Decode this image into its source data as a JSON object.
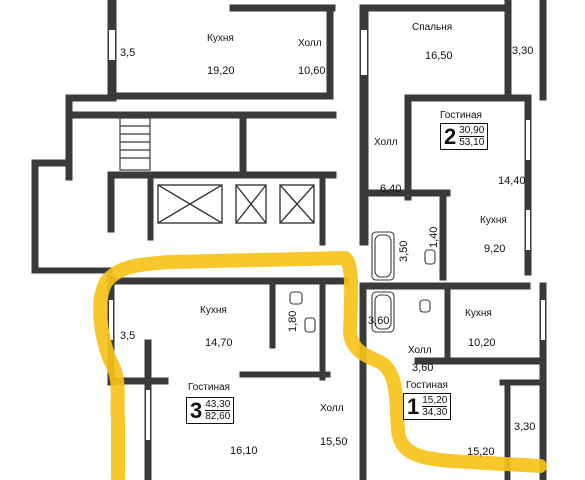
{
  "colors": {
    "wall": "#3a3a3a",
    "highlight": "#f6c21a",
    "background": "#ffffff"
  },
  "rooms_top_left": {
    "kitchen": "Кухня",
    "kitchen_area": "19,20",
    "hall": "Холл",
    "hall_area": "10,60",
    "side_dim": "3,5"
  },
  "apartment_2": {
    "bedroom": "Спальня",
    "bedroom_area": "16,50",
    "balcony_area": "3,30",
    "living": "Гостиная",
    "number": "2",
    "living_area": "30,90",
    "total_area": "53,10",
    "hall": "Холл",
    "hall_area": "6,40",
    "living_room_area": "14,40",
    "kitchen": "Кухня",
    "kitchen_area": "9,20",
    "bath_area": "3,50",
    "wc_area": "1,40"
  },
  "apartment_3": {
    "kitchen": "Кухня",
    "kitchen_area": "14,70",
    "side_dim": "3,5",
    "wc_area": "1,80",
    "living": "Гостиная",
    "number": "3",
    "living_area": "43,30",
    "total_area": "82,60",
    "living_room_area": "16,10",
    "hall": "Холл",
    "hall_area": "15,50"
  },
  "apartment_1": {
    "bath_area": "3,60",
    "kitchen": "Кухня",
    "kitchen_area": "10,20",
    "hall": "Холл",
    "hall_area": "3,60",
    "living": "Гостиная",
    "number": "1",
    "living_area": "15,20",
    "total_area": "34,30",
    "balcony_area": "3,30",
    "living_room_area": "15,20"
  }
}
